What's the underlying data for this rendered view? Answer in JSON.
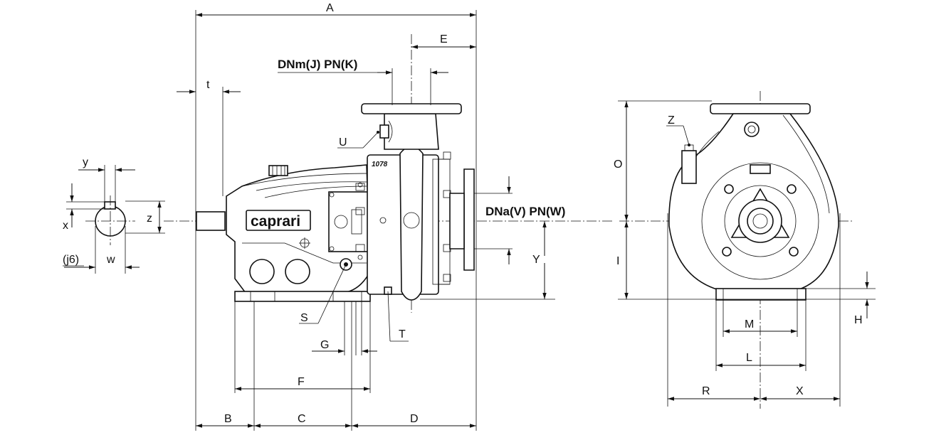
{
  "labels": {
    "A": "A",
    "B": "B",
    "C": "C",
    "D": "D",
    "E": "E",
    "F": "F",
    "G": "G",
    "H": "H",
    "I": "I",
    "L": "L",
    "M": "M",
    "O": "O",
    "R": "R",
    "X": "X",
    "Y": "Y",
    "S": "S",
    "T": "T",
    "U": "U",
    "Z": "Z",
    "t": "t",
    "y": "y",
    "x": "x",
    "z": "z",
    "w": "w",
    "j6": "(j6)",
    "discharge": "DNm(J)  PN(K)",
    "suction": "DNa(V)  PN(W)",
    "brand": "caprari",
    "model": "1078"
  }
}
